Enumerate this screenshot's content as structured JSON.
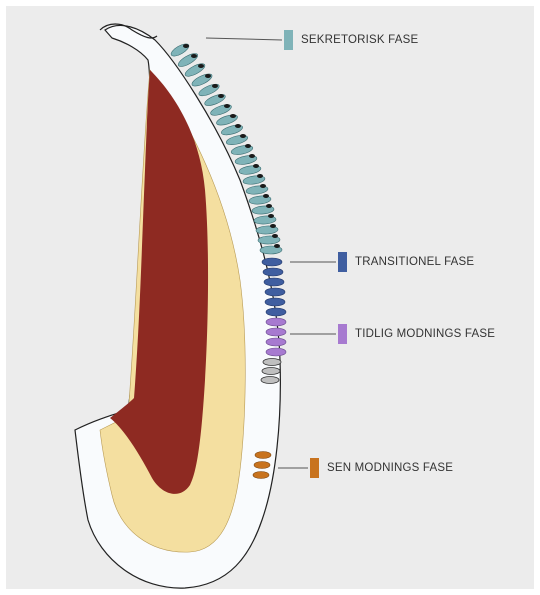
{
  "colors": {
    "background": "#ececec",
    "pulp": "#8e2a22",
    "dentin": "#f4dfa0",
    "enamel": "#f9fbfd",
    "secretory": "#7fb3b8",
    "transitional": "#3f5ea0",
    "early_maturation": "#a77ad0",
    "late_maturation": "#c8731e",
    "ameloblast_nucleus": "#1a1a1a"
  },
  "labels": {
    "secretory": "SEKRETORISK FASE",
    "transitional": "TRANSITIONEL FASE",
    "early_maturation": "TIDLIG MODNINGS FASE",
    "late_maturation": "SEN MODNINGS FASE"
  },
  "icons": {
    "secretory": "color-swatch",
    "transitional": "color-swatch",
    "early_maturation": "color-swatch",
    "late_maturation": "color-swatch"
  }
}
